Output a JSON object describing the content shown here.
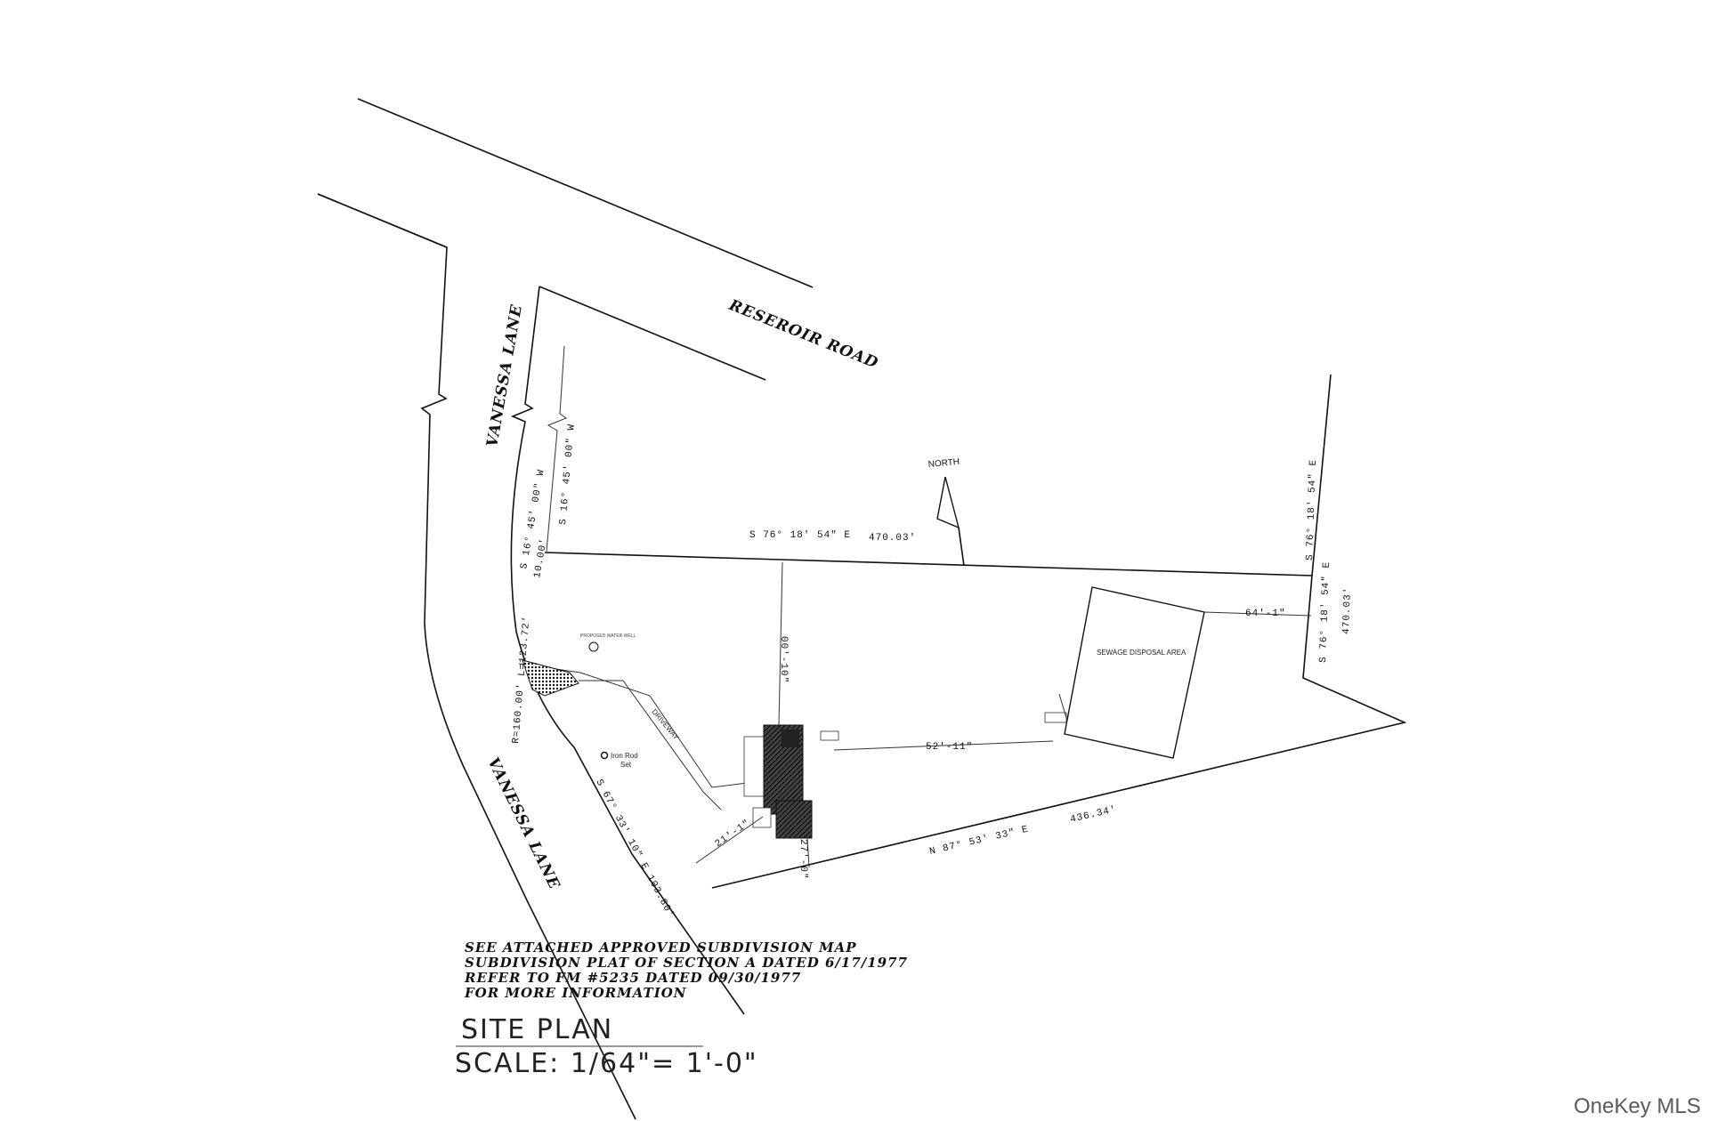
{
  "roads": {
    "reservoir_road": "RESEROIR ROAD",
    "vanessa_lane_top": "VANESSA LANE",
    "vanessa_lane_bottom": "VANESSA LANE"
  },
  "bearings": {
    "vanessa_west_bearing": "S 16° 45' 00\" W",
    "vanessa_west_distance": "10.00'",
    "inner_bearing": "S 16° 45' 00\" W",
    "north_line_bearing": "S 76° 18' 54\" E",
    "north_line_distance": "470.03'",
    "east_top_bearing": "S 76° 18' 54\" E",
    "east_bearing": "S 76° 18' 54\" E",
    "east_distance": "470.03'",
    "south_line_bearing": "N 87° 53' 33\" E",
    "south_line_distance": "436.34'",
    "curve": "R=160.00' L=123.72'",
    "frontage": "S 67° 33' 10\" E  103.80'"
  },
  "dims": {
    "north_setback": "00'-10\"",
    "east_setback": "52'-11\"",
    "sad_setback": "64'-1\"",
    "south_setback": "27'-0\"",
    "front_setback": "21'-1\""
  },
  "labels": {
    "north": "NORTH",
    "sewage": "SEWAGE DISPOSAL AREA",
    "iron_rod_line1": "Iron Rod",
    "iron_rod_line2": "Set",
    "driveway": "DRIVEWAY",
    "proposed_well": "PROPOSED WATER WELL"
  },
  "note": {
    "line1": "SEE ATTACHED APPROVED SUBDIVISION MAP",
    "line2": "SUBDIVISION PLAT OF SECTION A DATED 6/17/1977",
    "line3": "REFER TO FM #5235 DATED 09/30/1977",
    "line4": "FOR MORE INFORMATION"
  },
  "title": {
    "heading": "SITE PLAN",
    "scale": "SCALE: 1/64\"= 1'-0\""
  },
  "watermark": "OneKey MLS"
}
